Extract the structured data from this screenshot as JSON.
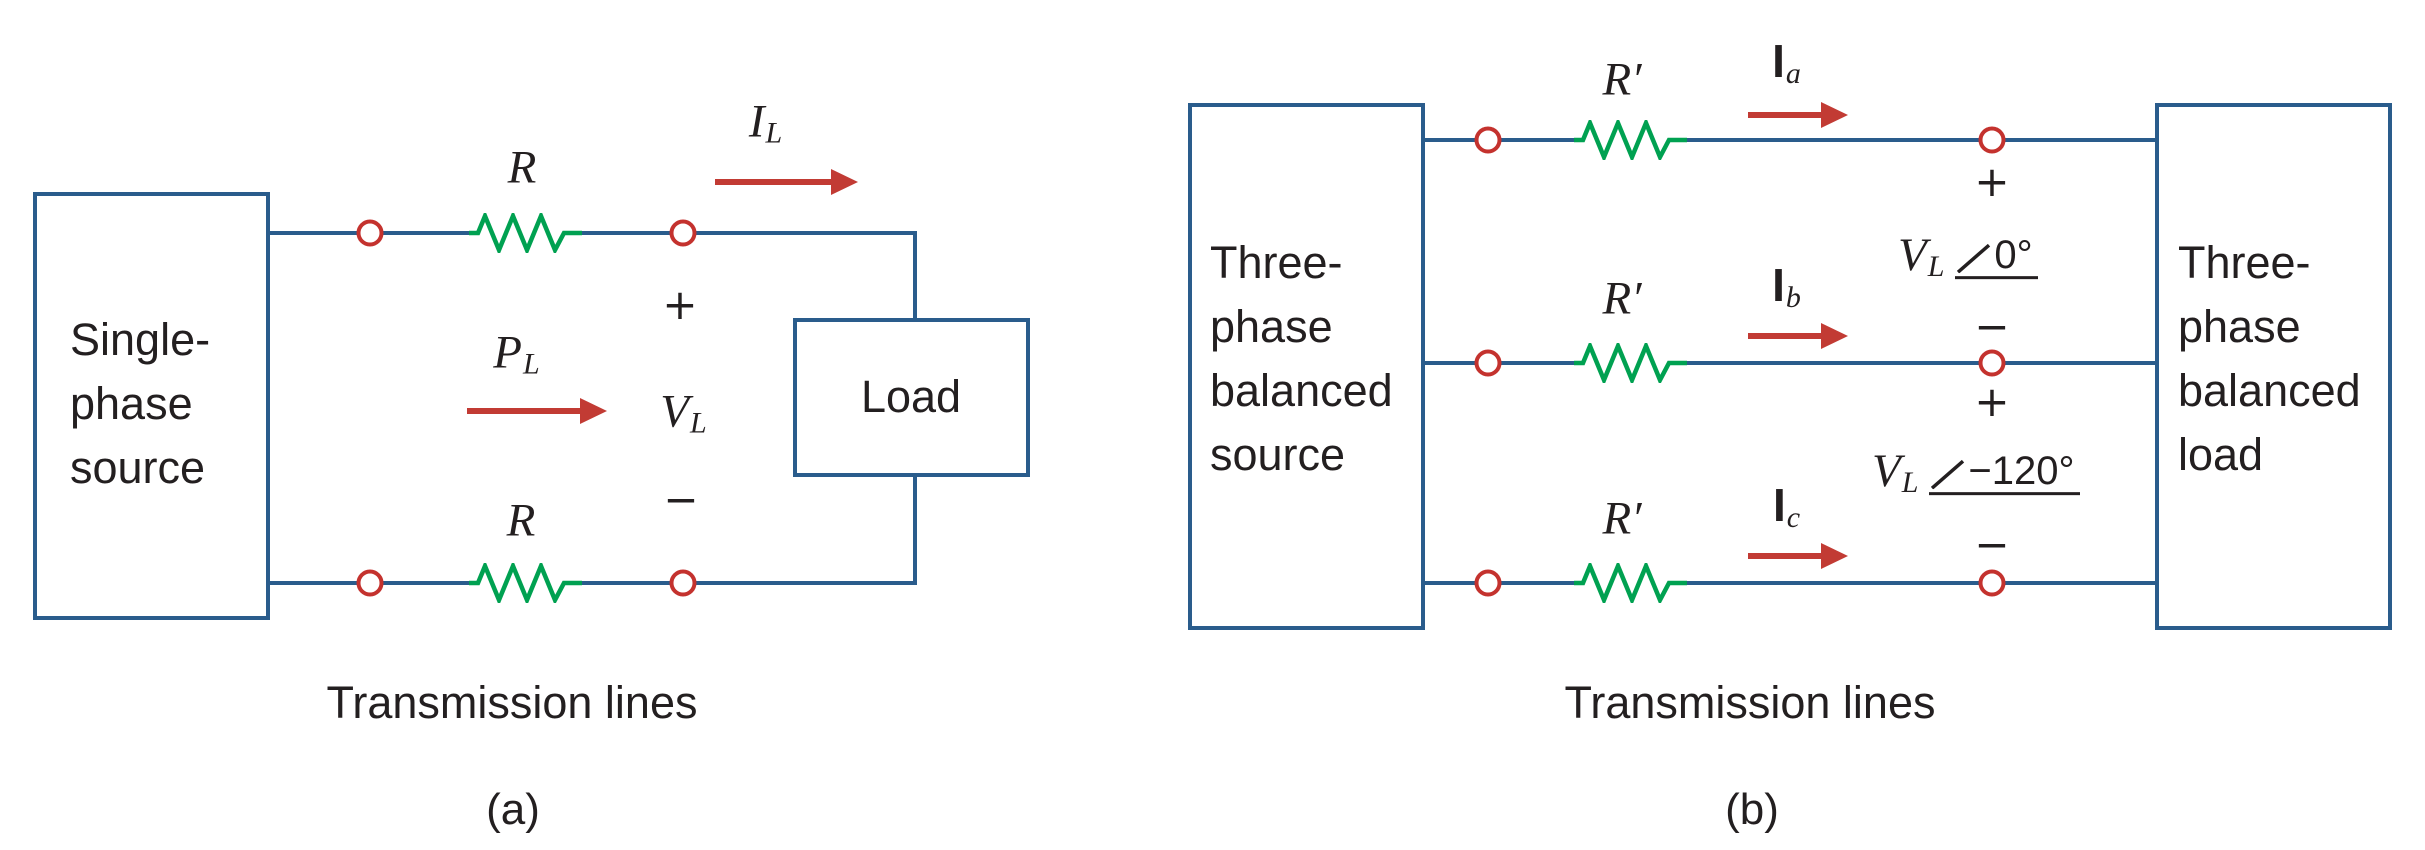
{
  "colors": {
    "wire_blue": "#2a5c8c",
    "resistor_green": "#00a151",
    "terminal_red": "#c4322e",
    "arrow_red": "#c23b34",
    "ink": "#231f20",
    "background": "#ffffff"
  },
  "diagram_a": {
    "source_label_lines": [
      "Single-",
      "phase",
      "source"
    ],
    "load_label": "Load",
    "resistor_top_label": "R",
    "resistor_bottom_label": "R",
    "line_current": {
      "base": "I",
      "sub": "L"
    },
    "power": {
      "base": "P",
      "sub": "L"
    },
    "voltage": {
      "base": "V",
      "sub": "L"
    },
    "plus": "+",
    "minus": "−",
    "caption": "Transmission lines",
    "tag": "(a)"
  },
  "diagram_b": {
    "source_label_lines": [
      "Three-",
      "phase",
      "balanced",
      "source"
    ],
    "load_label_lines": [
      "Three-",
      "phase",
      "balanced",
      "load"
    ],
    "lines": [
      {
        "id": "a",
        "resistor_label": "R′",
        "current_base": "I",
        "current_sub": "a"
      },
      {
        "id": "b",
        "resistor_label": "R′",
        "current_base": "I",
        "current_sub": "b"
      },
      {
        "id": "c",
        "resistor_label": "R′",
        "current_base": "I",
        "current_sub": "c"
      }
    ],
    "voltages": [
      {
        "base": "V",
        "sub": "L",
        "angle": "0°"
      },
      {
        "base": "V",
        "sub": "L",
        "angle": "−120°"
      }
    ],
    "plus": "+",
    "minus": "−",
    "caption": "Transmission lines",
    "tag": "(b)"
  }
}
